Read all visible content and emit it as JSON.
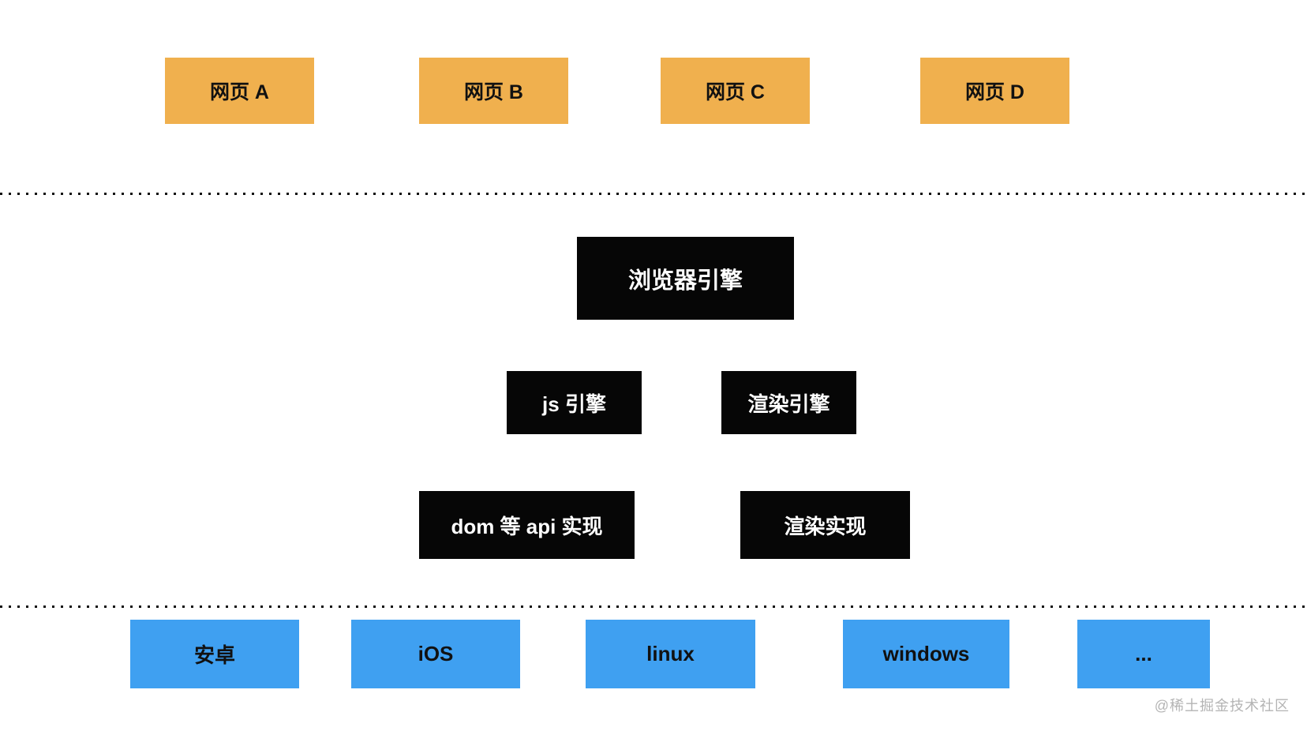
{
  "diagram": {
    "web_pages": [
      {
        "label": "网页 A"
      },
      {
        "label": "网页 B"
      },
      {
        "label": "网页 C"
      },
      {
        "label": "网页 D"
      }
    ],
    "browser_engine": {
      "label": "浏览器引擎"
    },
    "engines": [
      {
        "label": "js 引擎"
      },
      {
        "label": "渲染引擎"
      }
    ],
    "implementations": [
      {
        "label": "dom 等 api 实现"
      },
      {
        "label": "渲染实现"
      }
    ],
    "platforms": [
      {
        "label": "安卓"
      },
      {
        "label": "iOS"
      },
      {
        "label": "linux"
      },
      {
        "label": "windows"
      },
      {
        "label": "..."
      }
    ]
  },
  "watermark": "@稀土掘金技术社区",
  "colors": {
    "canvas_bg": "#ffffff",
    "web_page_bg": "#F0B04E",
    "engine_bg": "#060606",
    "platform_bg": "#3FA0F1",
    "text_dark": "#111111",
    "text_light": "#ffffff",
    "line_color": "#111111",
    "watermark_color": "#b4b4b4"
  }
}
